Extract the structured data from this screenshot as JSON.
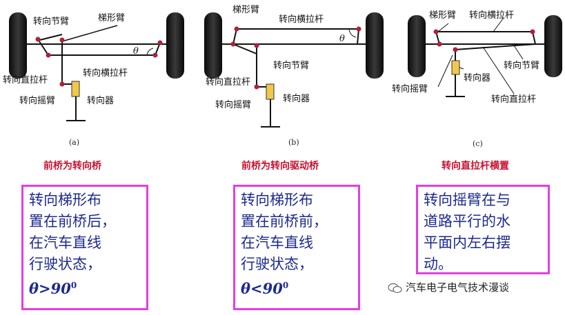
{
  "panels": [
    {
      "id": "a",
      "sub_label": "(a)",
      "caption": "前桥为转向桥",
      "labels": {
        "knuckle_arm": "转向节臂",
        "trapezoid_arm": "梯形臂",
        "tie_rod": "转向横拉杆",
        "drag_link": "转向直拉杆",
        "pitman_arm": "转向摇臂",
        "steering_gear": "转向器",
        "theta": "θ"
      },
      "box_lines": [
        "转向梯形布",
        "置在前桥后，",
        "在汽车直线",
        "行驶状态，"
      ],
      "inequality": {
        "symbol": "θ",
        "op": ">",
        "value": "90",
        "sup": "0"
      }
    },
    {
      "id": "b",
      "sub_label": "(b)",
      "caption": "前桥为转向驱动桥",
      "labels": {
        "trapezoid_arm": "梯形臂",
        "tie_rod": "转向横拉杆",
        "knuckle_arm": "转向节臂",
        "drag_link": "转向直拉杆",
        "pitman_arm": "转向摇臂",
        "steering_gear": "转向器",
        "theta": "θ"
      },
      "box_lines": [
        "转向梯形布",
        "置在前桥前，",
        "在汽车直线",
        "行驶状态，"
      ],
      "inequality": {
        "symbol": "θ",
        "op": "<",
        "value": "90",
        "sup": "0"
      }
    },
    {
      "id": "c",
      "sub_label": "(c)",
      "caption": "转向直拉杆横置",
      "labels": {
        "trapezoid_arm": "梯形臂",
        "tie_rod": "转向横拉杆",
        "knuckle_arm": "转向节臂",
        "pitman_arm": "转向摇臂",
        "steering_gear": "转向器",
        "drag_link": "转向直拉杆"
      },
      "box_lines": [
        "转向摇臂在与",
        "道路平行的水",
        "平面内左右摆",
        "动。"
      ]
    }
  ],
  "watermark": "汽车电子电气技术漫谈",
  "colors": {
    "caption": "#c8102e",
    "box_border": "#e23fe0",
    "box_text": "#1d2a8e",
    "wheel": "#1a1a1a",
    "joint": "#b0203a",
    "gear": "#f0c84a"
  }
}
